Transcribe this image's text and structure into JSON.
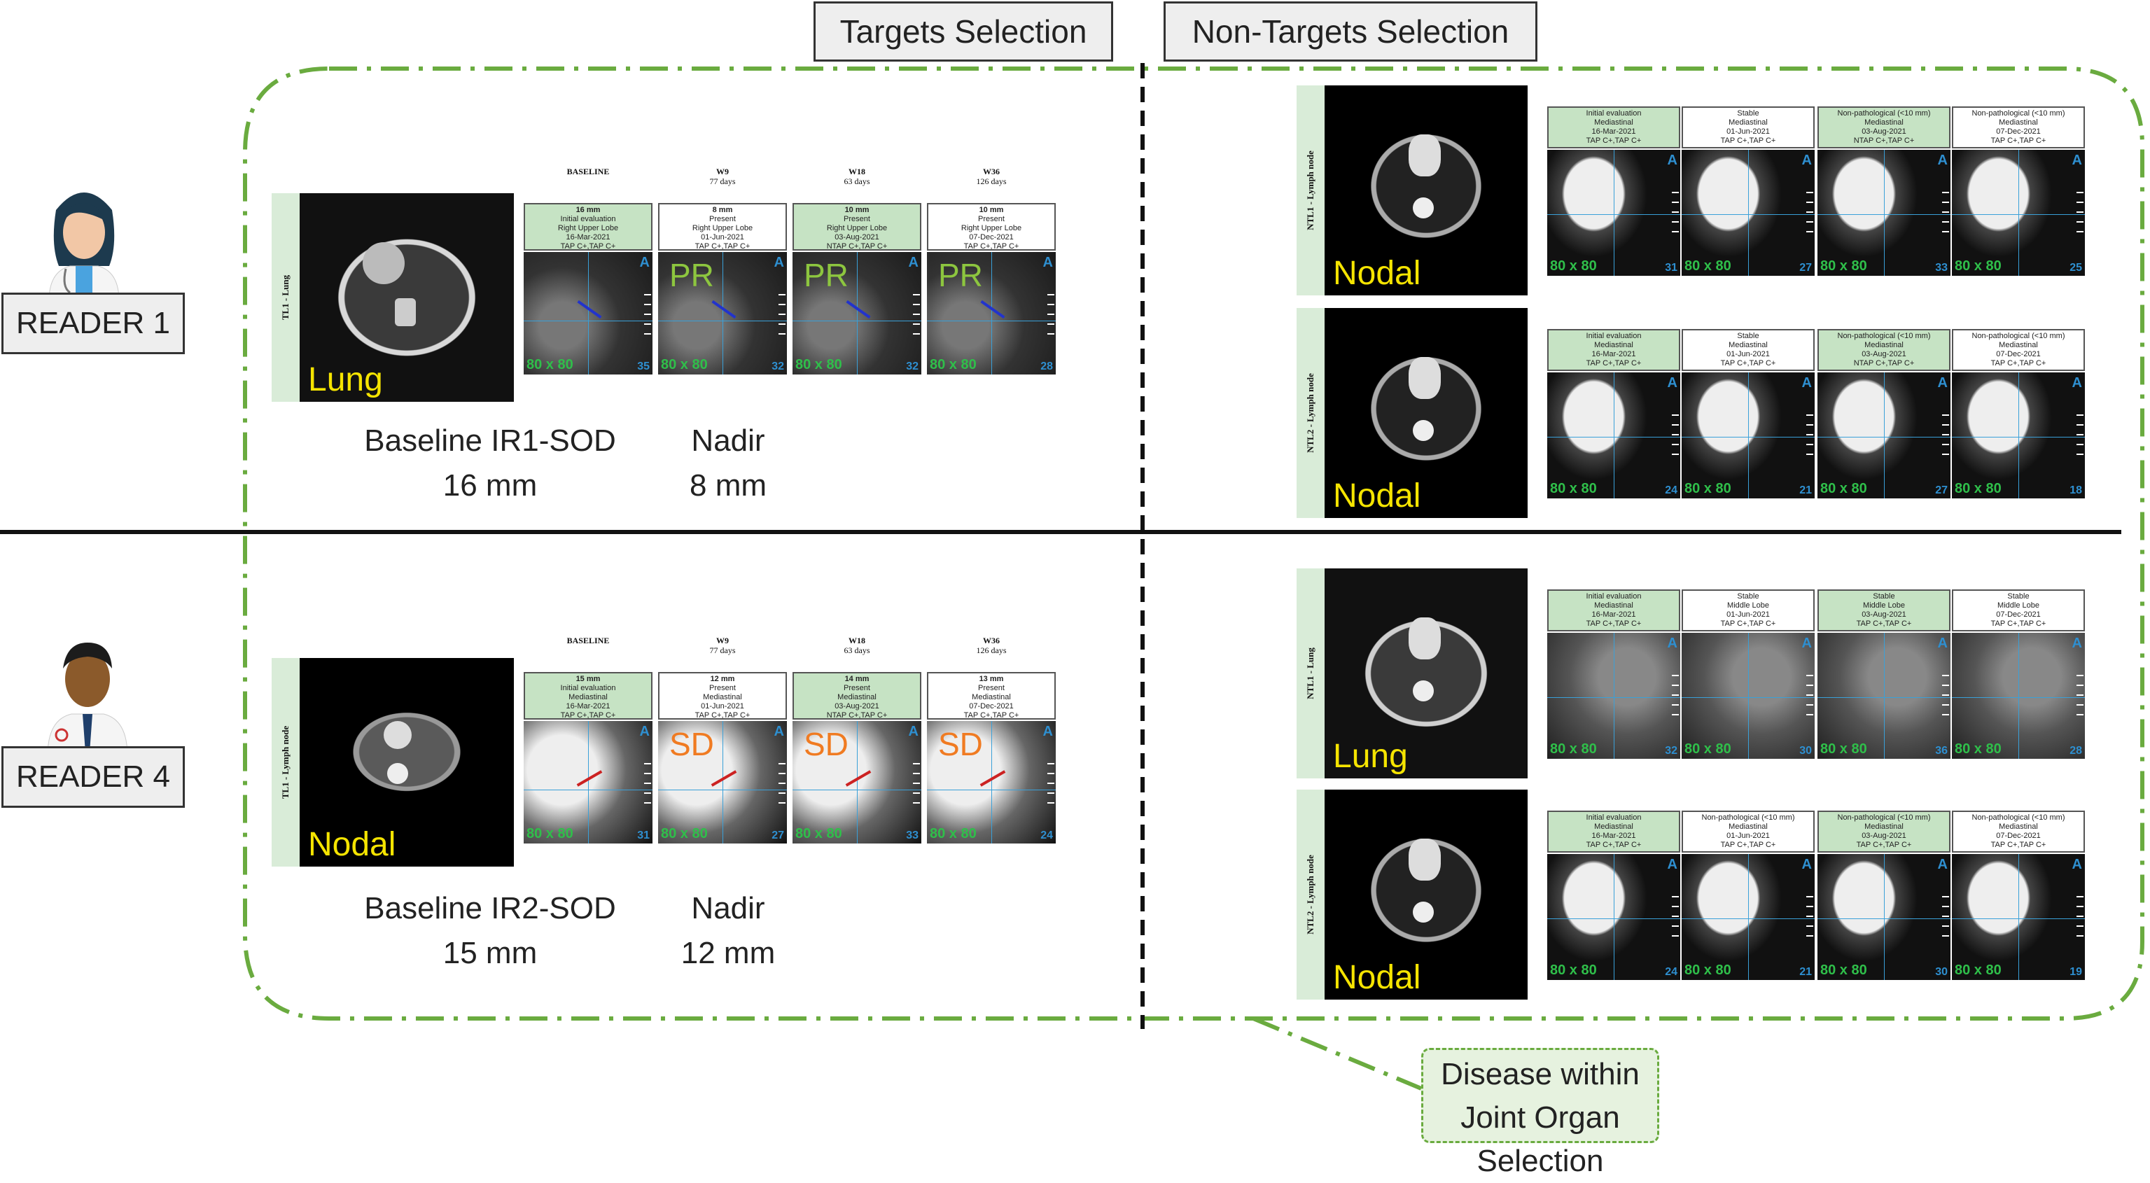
{
  "headers": {
    "targets": "Targets Selection",
    "non_targets": "Non-Targets Selection"
  },
  "readers": [
    {
      "label": "READER 1",
      "target": {
        "side_label": "TL1 - Lung",
        "organ": "Lung",
        "timepoints": [
          {
            "name": "BASELINE",
            "days": "",
            "head": [
              "16 mm",
              "Initial evaluation",
              "Right Upper Lobe",
              "16-Mar-2021",
              "TAP C+,TAP C+"
            ],
            "green": true,
            "response": "",
            "count": "35"
          },
          {
            "name": "W9",
            "days": "77 days",
            "head": [
              "8 mm",
              "Present",
              "Right Upper Lobe",
              "01-Jun-2021",
              "TAP C+,TAP C+"
            ],
            "green": false,
            "response": "PR",
            "count": "32"
          },
          {
            "name": "W18",
            "days": "63 days",
            "head": [
              "10 mm",
              "Present",
              "Right Upper Lobe",
              "03-Aug-2021",
              "NTAP C+,TAP C+"
            ],
            "green": true,
            "response": "PR",
            "count": "32"
          },
          {
            "name": "W36",
            "days": "126 days",
            "head": [
              "10 mm",
              "Present",
              "Right Upper Lobe",
              "07-Dec-2021",
              "TAP C+,TAP C+"
            ],
            "green": false,
            "response": "PR",
            "count": "28"
          }
        ],
        "baseline_caption": [
          "Baseline IR1-SOD",
          "16 mm"
        ],
        "nadir_caption": [
          "Nadir",
          "8 mm"
        ]
      },
      "non_targets": [
        {
          "side_label": "NTL1 - Lymph node",
          "organ": "Nodal",
          "panels": [
            {
              "head": [
                "Initial evaluation",
                "Mediastinal",
                "16-Mar-2021",
                "TAP C+,TAP C+"
              ],
              "green": true,
              "count": "31"
            },
            {
              "head": [
                "Stable",
                "Mediastinal",
                "01-Jun-2021",
                "TAP C+,TAP C+"
              ],
              "green": false,
              "count": "27"
            },
            {
              "head": [
                "Non-pathological (<10 mm)",
                "Mediastinal",
                "03-Aug-2021",
                "NTAP C+,TAP C+"
              ],
              "green": true,
              "count": "33"
            },
            {
              "head": [
                "Non-pathological (<10 mm)",
                "Mediastinal",
                "07-Dec-2021",
                "TAP C+,TAP C+"
              ],
              "green": false,
              "count": "25"
            }
          ]
        },
        {
          "side_label": "NTL2 - Lymph node",
          "organ": "Nodal",
          "panels": [
            {
              "head": [
                "Initial evaluation",
                "Mediastinal",
                "16-Mar-2021",
                "TAP C+,TAP C+"
              ],
              "green": true,
              "count": "24"
            },
            {
              "head": [
                "Stable",
                "Mediastinal",
                "01-Jun-2021",
                "TAP C+,TAP C+"
              ],
              "green": false,
              "count": "21"
            },
            {
              "head": [
                "Non-pathological (<10 mm)",
                "Mediastinal",
                "03-Aug-2021",
                "NTAP C+,TAP C+"
              ],
              "green": true,
              "count": "27"
            },
            {
              "head": [
                "Non-pathological (<10 mm)",
                "Mediastinal",
                "07-Dec-2021",
                "TAP C+,TAP C+"
              ],
              "green": false,
              "count": "18"
            }
          ]
        }
      ]
    },
    {
      "label": "READER 4",
      "target": {
        "side_label": "TL1 - Lymph node",
        "organ": "Nodal",
        "timepoints": [
          {
            "name": "BASELINE",
            "days": "",
            "head": [
              "15 mm",
              "Initial evaluation",
              "Mediastinal",
              "16-Mar-2021",
              "TAP C+,TAP C+"
            ],
            "green": true,
            "response": "",
            "count": "31"
          },
          {
            "name": "W9",
            "days": "77 days",
            "head": [
              "12 mm",
              "Present",
              "Mediastinal",
              "01-Jun-2021",
              "TAP C+,TAP C+"
            ],
            "green": false,
            "response": "SD",
            "count": "27"
          },
          {
            "name": "W18",
            "days": "63 days",
            "head": [
              "14 mm",
              "Present",
              "Mediastinal",
              "03-Aug-2021",
              "NTAP C+,TAP C+"
            ],
            "green": true,
            "response": "SD",
            "count": "33"
          },
          {
            "name": "W36",
            "days": "126 days",
            "head": [
              "13 mm",
              "Present",
              "Mediastinal",
              "07-Dec-2021",
              "TAP C+,TAP C+"
            ],
            "green": false,
            "response": "SD",
            "count": "24"
          }
        ],
        "baseline_caption": [
          "Baseline IR2-SOD",
          "15 mm"
        ],
        "nadir_caption": [
          "Nadir",
          "12 mm"
        ]
      },
      "non_targets": [
        {
          "side_label": "NTL1 - Lung",
          "organ": "Lung",
          "panels": [
            {
              "head": [
                "Initial evaluation",
                "Mediastinal",
                "16-Mar-2021",
                "TAP C+,TAP C+"
              ],
              "green": true,
              "count": "32"
            },
            {
              "head": [
                "Stable",
                "Middle Lobe",
                "01-Jun-2021",
                "TAP C+,TAP C+"
              ],
              "green": false,
              "count": "30"
            },
            {
              "head": [
                "Stable",
                "Middle Lobe",
                "03-Aug-2021",
                "TAP C+,TAP C+"
              ],
              "green": true,
              "count": "36"
            },
            {
              "head": [
                "Stable",
                "Middle Lobe",
                "07-Dec-2021",
                "TAP C+,TAP C+"
              ],
              "green": false,
              "count": "28"
            }
          ]
        },
        {
          "side_label": "NTL2 - Lymph node",
          "organ": "Nodal",
          "panels": [
            {
              "head": [
                "Initial evaluation",
                "Mediastinal",
                "16-Mar-2021",
                "TAP C+,TAP C+"
              ],
              "green": true,
              "count": "24"
            },
            {
              "head": [
                "Non-pathological (<10 mm)",
                "Mediastinal",
                "01-Jun-2021",
                "TAP C+,TAP C+"
              ],
              "green": false,
              "count": "21"
            },
            {
              "head": [
                "Non-pathological (<10 mm)",
                "Mediastinal",
                "03-Aug-2021",
                "TAP C+,TAP C+"
              ],
              "green": true,
              "count": "30"
            },
            {
              "head": [
                "Non-pathological (<10 mm)",
                "Mediastinal",
                "07-Dec-2021",
                "TAP C+,TAP C+"
              ],
              "green": false,
              "count": "19"
            }
          ]
        }
      ]
    }
  ],
  "fov_label": "80 x 80",
  "orientation_label": "A",
  "callout": [
    "Disease within",
    "Joint Organ Selection"
  ],
  "colors": {
    "dashed_green": "#6aab3f",
    "callout_fill": "#e6f2df",
    "panel_green": "#c6e3c4",
    "organ_yellow": "#f5e400",
    "pr_green": "#8dc63f",
    "sd_orange": "#f07b22"
  }
}
